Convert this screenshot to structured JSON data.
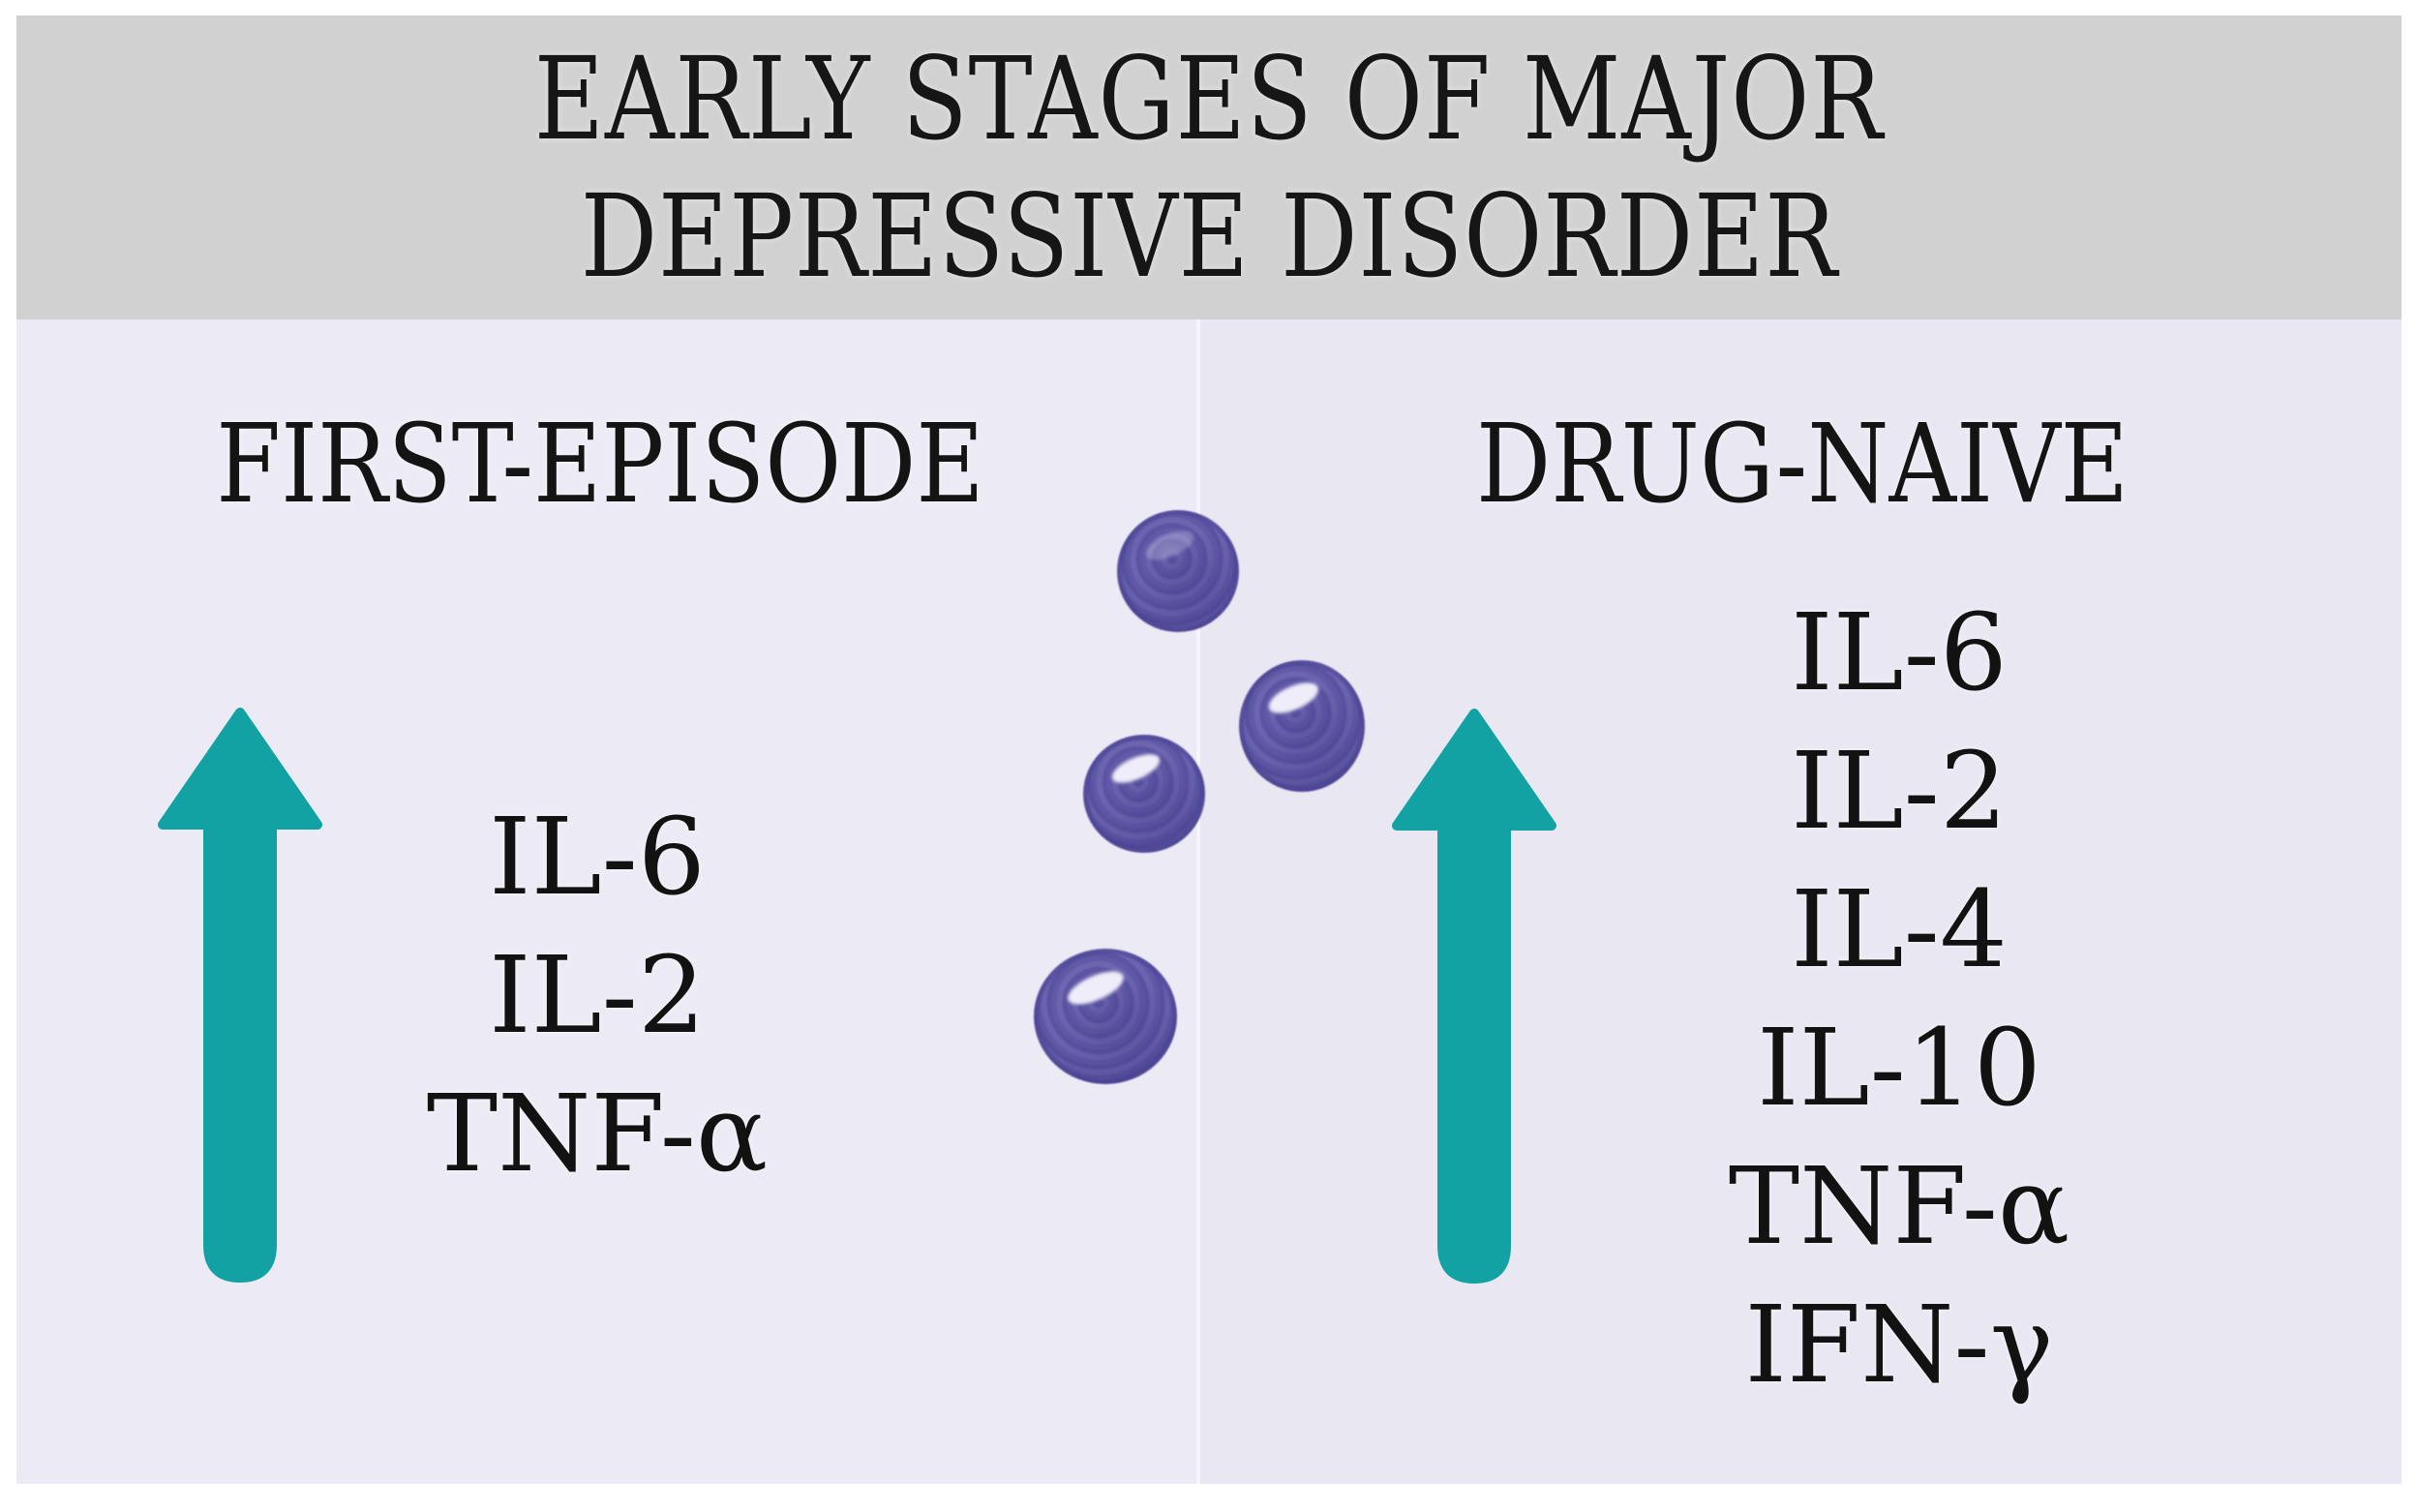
{
  "header": {
    "title_line1": "EARLY STAGES OF MAJOR",
    "title_line2": "DEPRESSIVE DISORDER",
    "background_color": "#d2d1d1",
    "text_color": "#161616"
  },
  "panels": [
    {
      "id": "first-episode",
      "heading": "FIRST-EPISODE",
      "trend": "increase",
      "items": [
        "IL-6",
        "IL-2",
        "TNF-α"
      ]
    },
    {
      "id": "drug-naive",
      "heading": "DRUG-NAIVE",
      "trend": "increase",
      "items": [
        "IL-6",
        "IL-2",
        "IL-4",
        "IL-10",
        "TNF-α",
        "IFN-γ"
      ]
    }
  ],
  "icons": {
    "up_arrow": "teal upward arrow indicating increased cytokine levels",
    "immune_cells": "cluster of four purple immune cell blobs"
  },
  "colors": {
    "arrow_teal": "#12a2a3",
    "cell_purple": "#6a63ad",
    "body_left_background": "#ecebf5",
    "body_right_background": "#e9e7f2",
    "page_background": "#ffffff"
  }
}
